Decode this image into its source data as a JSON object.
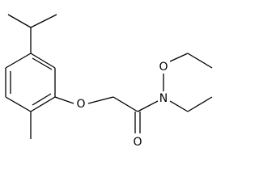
{
  "molecule": {
    "atoms": {
      "O1": "O",
      "O2": "O",
      "N": "N",
      "O3": "O"
    }
  },
  "colors": {
    "bond": "#000000",
    "label": "#000000",
    "background": "#ffffff"
  }
}
